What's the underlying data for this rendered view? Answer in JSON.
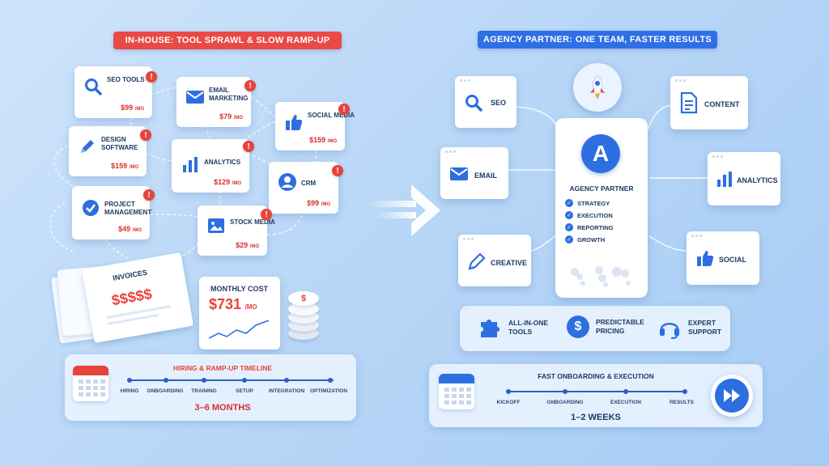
{
  "left": {
    "banner": "IN-HOUSE: TOOL SPRAWL & SLOW RAMP-UP",
    "tools": [
      {
        "label": "SEO TOOLS",
        "price": "$99",
        "unit": "/MO",
        "icon": "magnifier-icon"
      },
      {
        "label": "EMAIL MARKETING",
        "price": "$79",
        "unit": "/MO",
        "icon": "envelope-icon"
      },
      {
        "label": "SOCIAL MEDIA",
        "price": "$159",
        "unit": "/MO",
        "icon": "thumbs-up-icon"
      },
      {
        "label": "DESIGN SOFTWARE",
        "price": "$159",
        "unit": "/MO",
        "icon": "pen-icon"
      },
      {
        "label": "ANALYTICS",
        "price": "$129",
        "unit": "/MO",
        "icon": "bar-chart-icon"
      },
      {
        "label": "CRM",
        "price": "$99",
        "unit": "/MO",
        "icon": "user-circle-icon"
      },
      {
        "label": "PROJECT MANAGEMENT",
        "price": "$49",
        "unit": "/MO",
        "icon": "check-circle-icon"
      },
      {
        "label": "STOCK MEDIA",
        "price": "$29",
        "unit": "/MO",
        "icon": "image-icon"
      }
    ],
    "alert_symbol": "!",
    "invoices": {
      "title": "INVOICES",
      "amount": "$$$$$"
    },
    "monthly_cost": {
      "title": "MONTHLY COST",
      "value": "$731",
      "unit": "/MO"
    },
    "coins_symbol": "$",
    "timeline": {
      "title": "HIRING & RAMP-UP TIMELINE",
      "steps": [
        "HIRING",
        "ONBOARDING",
        "TRAINING",
        "SETUP",
        "INTEGRATION",
        "OPTIMIZATION"
      ],
      "duration": "3–6 MONTHS"
    }
  },
  "right": {
    "banner": "AGENCY PARTNER: ONE TEAM, FASTER RESULTS",
    "services": [
      {
        "label": "SEO",
        "icon": "magnifier-icon"
      },
      {
        "label": "EMAIL",
        "icon": "envelope-icon"
      },
      {
        "label": "CREATIVE",
        "icon": "pen-icon"
      },
      {
        "label": "CONTENT",
        "icon": "document-icon"
      },
      {
        "label": "ANALYTICS",
        "icon": "bar-chart-icon"
      },
      {
        "label": "SOCIAL",
        "icon": "thumbs-up-icon"
      }
    ],
    "agency": {
      "logo_letter": "A",
      "title": "AGENCY PARTNER",
      "checks": [
        "STRATEGY",
        "EXECUTION",
        "REPORTING",
        "GROWTH"
      ]
    },
    "features": [
      {
        "label": "ALL-IN-ONE TOOLS",
        "line1": "ALL-IN-ONE",
        "line2": "TOOLS",
        "icon": "puzzle-icon"
      },
      {
        "label": "PREDICTABLE PRICING",
        "line1": "PREDICTABLE",
        "line2": "PRICING",
        "icon": "dollar-icon"
      },
      {
        "label": "EXPERT SUPPORT",
        "line1": "EXPERT",
        "line2": "SUPPORT",
        "icon": "headset-icon"
      }
    ],
    "timeline": {
      "title": "FAST ONBOARDING & EXECUTION",
      "steps": [
        "KICKOFF",
        "ONBOARDING",
        "EXECUTION",
        "RESULTS"
      ],
      "duration": "1–2 WEEKS"
    }
  },
  "colors": {
    "alert": "#e8423c",
    "brand_blue": "#2d6fe0",
    "banner_red": "#e94a45",
    "price_red": "#d9302c"
  }
}
